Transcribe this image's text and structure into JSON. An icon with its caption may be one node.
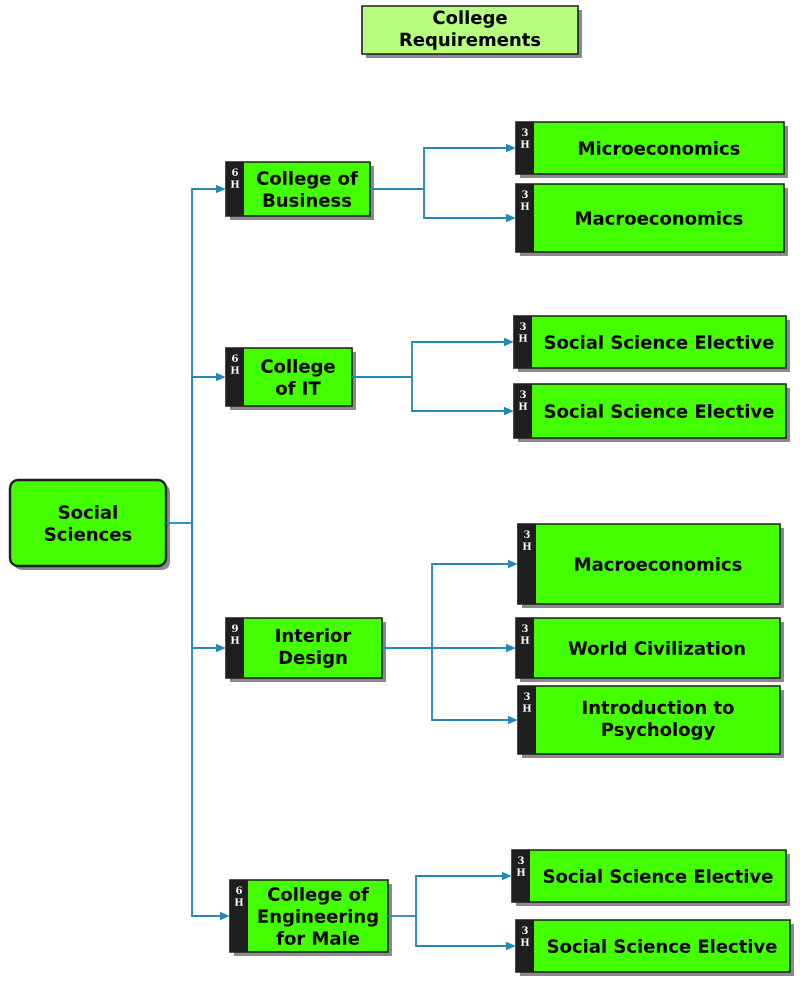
{
  "diagram": {
    "title": "College Requirements",
    "nodes": [
      {
        "text": [
          "Social Sciences"
        ]
      },
      {
        "text": [
          "6 H",
          "College of Business"
        ]
      },
      {
        "text": [
          "3 H",
          "Microeconomics"
        ]
      },
      {
        "text": [
          "3 H",
          "Macroeconomics"
        ]
      },
      {
        "text": [
          "6 H",
          "College of IT"
        ]
      },
      {
        "text": [
          "3 H",
          "Social Science Elective"
        ]
      },
      {
        "text": [
          "3 H",
          "Social Science Elective"
        ]
      },
      {
        "text": [
          "9 H",
          "Interior Design"
        ]
      },
      {
        "text": [
          "3 H",
          "Macroeconomics"
        ]
      },
      {
        "text": [
          "3 H",
          "World Civilization"
        ]
      },
      {
        "text": [
          "3 H",
          "Introduction to Psychology"
        ]
      },
      {
        "text": [
          "6 H",
          "College of Engineering for Male"
        ]
      },
      {
        "text": [
          "3 H",
          "Social Science Elective"
        ]
      },
      {
        "text": [
          "3 H",
          "Social Science Elective"
        ]
      }
    ],
    "edges": [
      {
        "from": 0,
        "to": 1,
        "arrow": "to"
      },
      {
        "from": 0,
        "to": 4,
        "arrow": "to"
      },
      {
        "from": 0,
        "to": 7,
        "arrow": "to"
      },
      {
        "from": 0,
        "to": 11,
        "arrow": "to"
      },
      {
        "from": 1,
        "to": 2,
        "arrow": "to"
      },
      {
        "from": 1,
        "to": 3,
        "arrow": "to"
      },
      {
        "from": 4,
        "to": 5,
        "arrow": "to"
      },
      {
        "from": 4,
        "to": 6,
        "arrow": "to"
      },
      {
        "from": 7,
        "to": 8,
        "arrow": "to"
      },
      {
        "from": 7,
        "to": 9,
        "arrow": "to"
      },
      {
        "from": 7,
        "to": 10,
        "arrow": "to"
      },
      {
        "from": 11,
        "to": 12,
        "arrow": "to"
      },
      {
        "from": 11,
        "to": 13,
        "arrow": "to"
      }
    ]
  }
}
